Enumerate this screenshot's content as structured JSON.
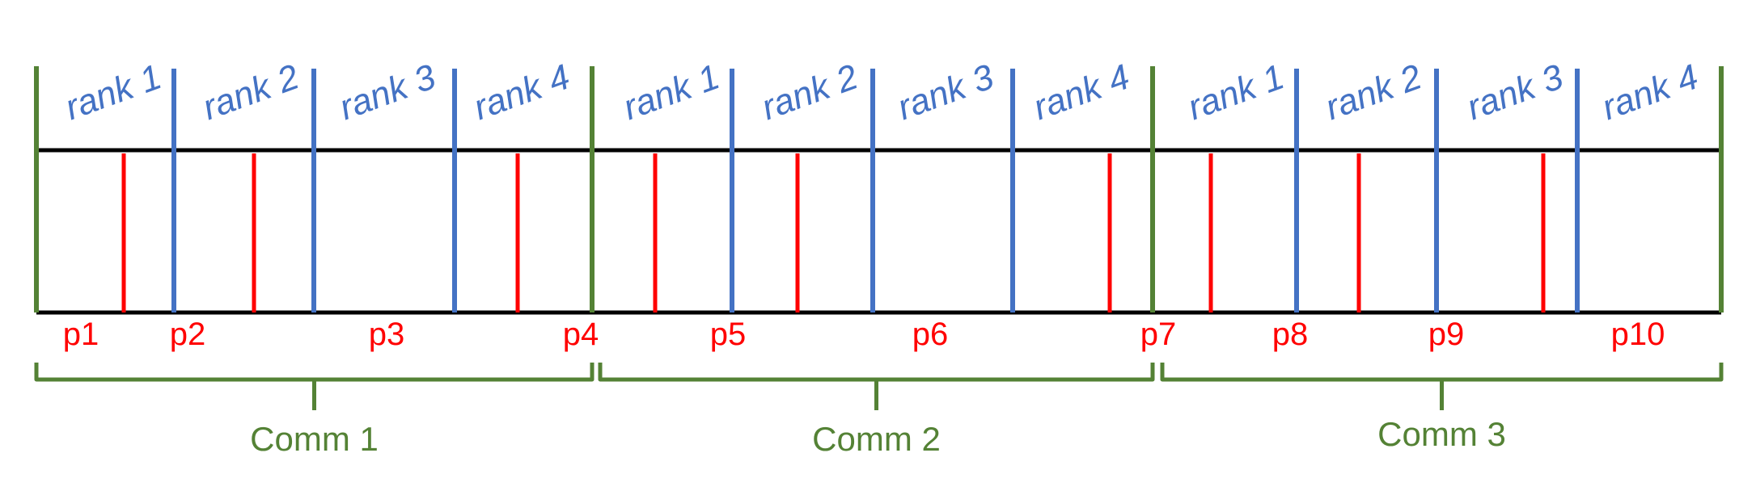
{
  "colors": {
    "rank_line": "#4472C4",
    "comm_boundary": "#548235",
    "partition_marker": "#FF0000",
    "track_line": "#000000",
    "rank_text": "#4472C4",
    "partition_text": "#FF0000",
    "comm_text": "#548235"
  },
  "communicators": [
    {
      "label": "Comm 1",
      "ranks": [
        "rank 1",
        "rank 2",
        "rank 3",
        "rank 4"
      ]
    },
    {
      "label": "Comm 2",
      "ranks": [
        "rank 1",
        "rank 2",
        "rank 3",
        "rank 4"
      ]
    },
    {
      "label": "Comm 3",
      "ranks": [
        "rank 1",
        "rank 2",
        "rank 3",
        "rank 4"
      ]
    }
  ],
  "partitions": [
    "p1",
    "p2",
    "p3",
    "p4",
    "p5",
    "p6",
    "p7",
    "p8",
    "p9",
    "p10"
  ]
}
